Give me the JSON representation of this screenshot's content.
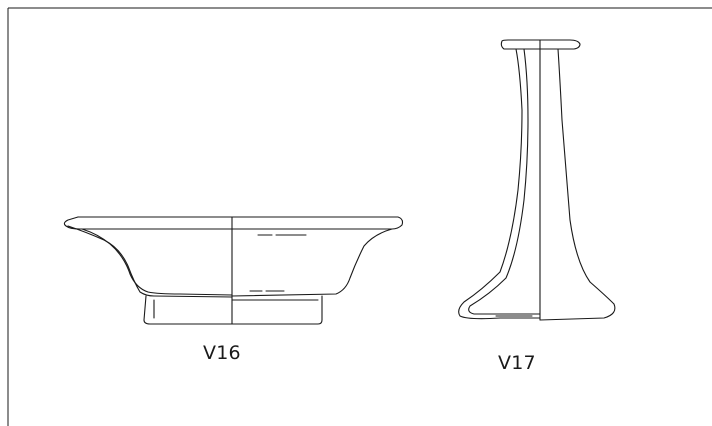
{
  "figure": {
    "vessels": [
      {
        "id": "v16",
        "label": "V16",
        "type": "shallow bowl with ring foot"
      },
      {
        "id": "v17",
        "label": "V17",
        "type": "tall flask with wide conical base"
      }
    ],
    "colors": {
      "line": "#1a1a1a",
      "background": "#ffffff"
    }
  }
}
